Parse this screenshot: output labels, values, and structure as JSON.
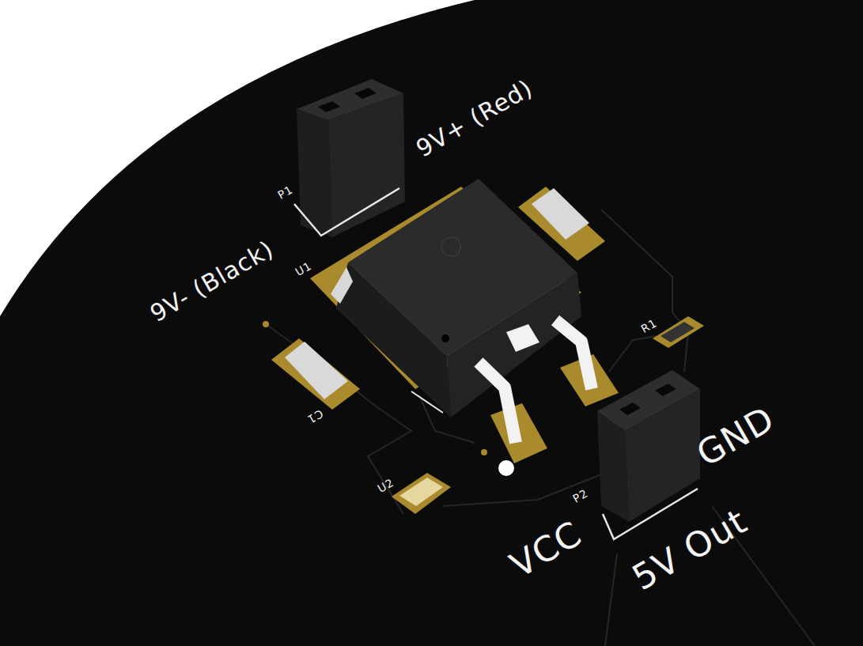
{
  "diagram": {
    "labels": [
      "9V+ (Red)",
      "P1",
      "9V- (Black)",
      "U1",
      "C1",
      "R1",
      "U2",
      "P2",
      "VCC",
      "GND",
      "5V Out"
    ]
  }
}
